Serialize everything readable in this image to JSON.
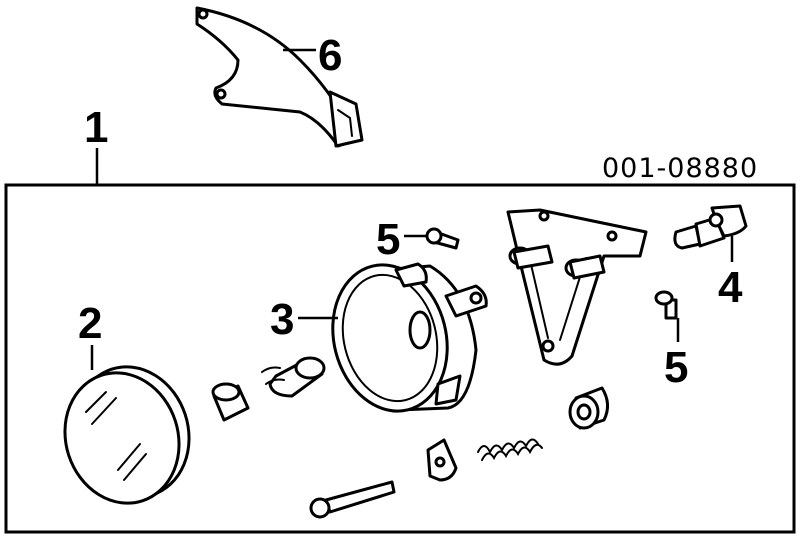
{
  "diagram": {
    "reference_number": "001-08880",
    "callouts": {
      "c1": "1",
      "c2": "2",
      "c3": "3",
      "c4": "4",
      "c5a": "5",
      "c5b": "5",
      "c6": "6"
    },
    "ink_color": "#000000",
    "background_color": "#ffffff"
  }
}
